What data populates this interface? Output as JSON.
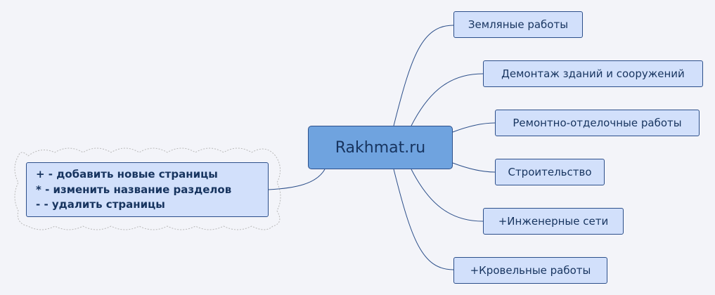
{
  "central": {
    "label": "Rakhmat.ru"
  },
  "branches": [
    {
      "label": "Земляные работы"
    },
    {
      "label": "Демонтаж зданий и сооружений"
    },
    {
      "label": "Ремонтно-отделочные работы"
    },
    {
      "label": "Строительство"
    },
    {
      "label": "+Инженерные сети"
    },
    {
      "label": "+Кровельные работы"
    }
  ],
  "note": {
    "lines": [
      "+ - добавить новые страницы",
      "* - изменить название разделов",
      "- - удалить страницы"
    ]
  },
  "colors": {
    "background": "#f3f4f9",
    "node_fill": "#d2e0fb",
    "central_fill": "#6fa3df",
    "border": "#2c4f8a",
    "text": "#17345f"
  }
}
